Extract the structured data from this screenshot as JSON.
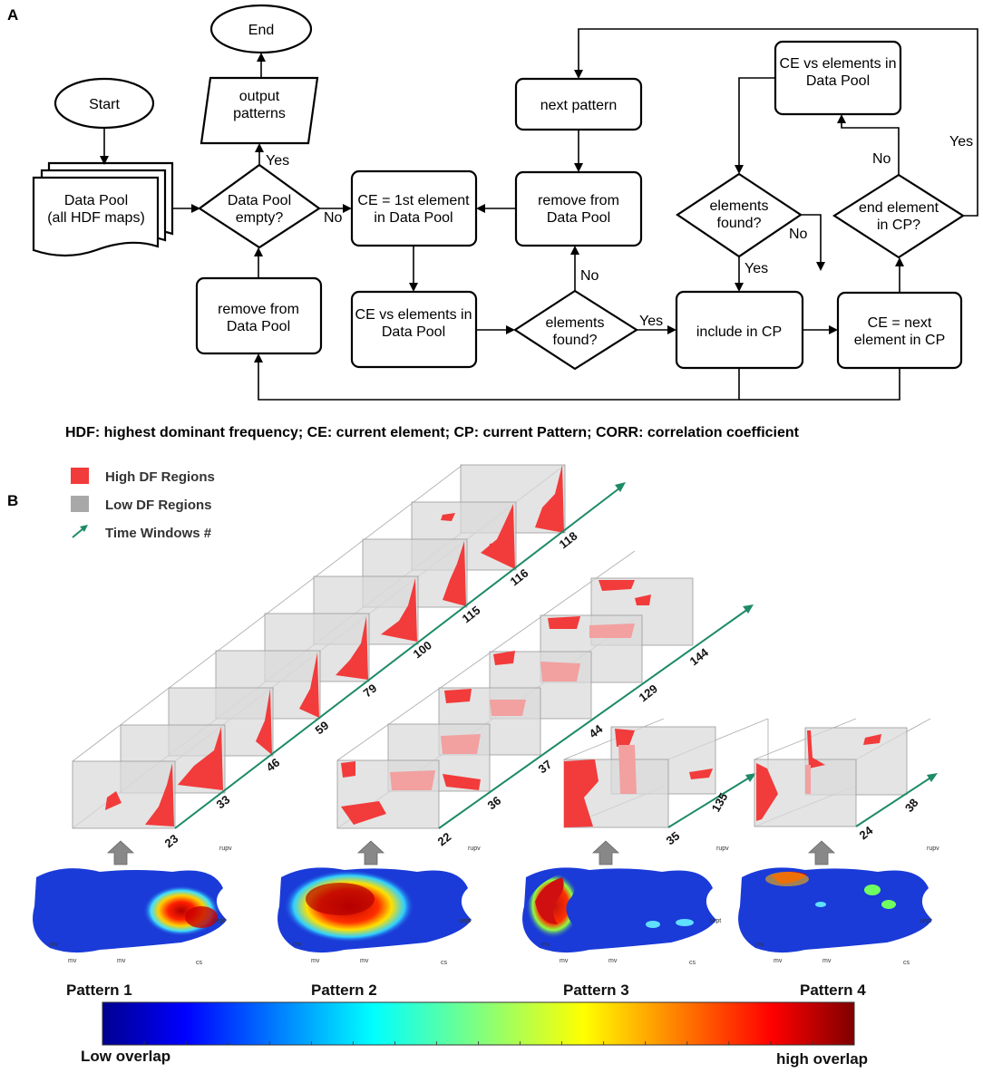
{
  "panel_a": {
    "letter": "A",
    "nodes": {
      "start": "Start",
      "end": "End",
      "data_pool_line1": "Data Pool",
      "data_pool_line2": "(all HDF maps)",
      "empty_line1": "Data Pool",
      "empty_line2": "empty?",
      "output_line1": "output",
      "output_line2": "patterns",
      "remove1_line1": "remove from",
      "remove1_line2": "Data Pool",
      "ce_first_line1": "CE = 1st element",
      "ce_first_line2": "in Data Pool",
      "ce_vs1_line1": "CE vs elements in",
      "ce_vs1_line2": "Data Pool",
      "found1_line1": "elements",
      "found1_line2": "found?",
      "next_pattern": "next pattern",
      "remove2_line1": "remove from",
      "remove2_line2": "Data Pool",
      "include_cp": "include in CP",
      "found2_line1": "elements",
      "found2_line2": "found?",
      "ce_vs2_line1": "CE vs elements in",
      "ce_vs2_line2": "Data Pool",
      "end_elem_line1": "end element",
      "end_elem_line2": "in CP?",
      "ce_next_line1": "CE = next",
      "ce_next_line2": "element in CP"
    },
    "labels": {
      "yes1": "Yes",
      "no1": "No",
      "yes2": "Yes",
      "no2": "No",
      "yes3": "Yes",
      "no3": "No",
      "no4": "No",
      "yes4": "Yes"
    },
    "caption": "HDF: highest dominant frequency; CE: current element; CP: current Pattern; CORR: correlation coefficient"
  },
  "panel_b": {
    "letter": "B",
    "legend": {
      "high": "High DF Regions",
      "low": "Low DF Regions",
      "time": "Time Windows #",
      "high_color": "#f23b3b",
      "low_color": "#a8a8a8",
      "time_color": "#1d8a68"
    },
    "stacks": [
      {
        "name": "Pattern 1",
        "windows": [
          "23",
          "33",
          "46",
          "59",
          "79",
          "100",
          "115",
          "116",
          "118"
        ]
      },
      {
        "name": "Pattern 2",
        "windows": [
          "22",
          "36",
          "37",
          "44",
          "129",
          "144"
        ]
      },
      {
        "name": "Pattern 3",
        "windows": [
          "35",
          "135"
        ]
      },
      {
        "name": "Pattern 4",
        "windows": [
          "24",
          "38"
        ]
      }
    ],
    "anatomy": {
      "rupv": "rupv",
      "sept": "sept",
      "mv": "mv",
      "cs": "cs"
    },
    "colorbar": {
      "low": "Low overlap",
      "high": "high overlap",
      "colormap": "jet"
    }
  }
}
